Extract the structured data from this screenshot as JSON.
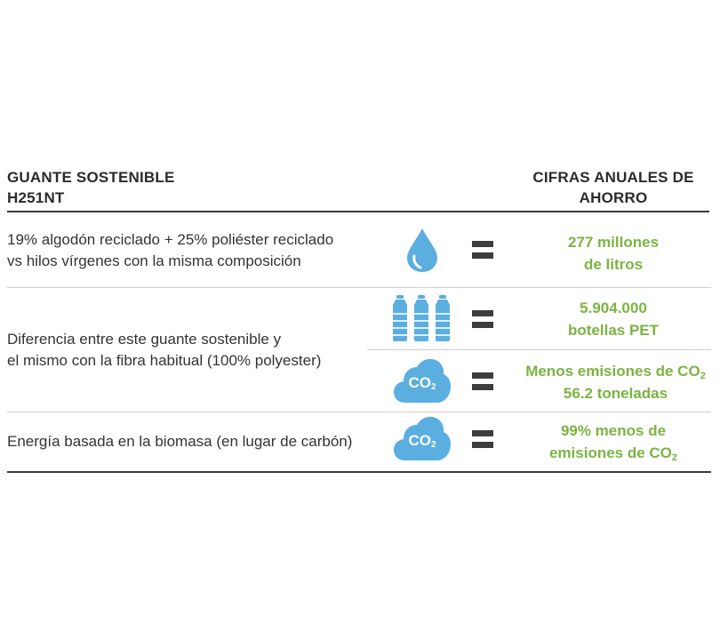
{
  "header": {
    "left_line1": "GUANTE SOSTENIBLE",
    "left_line2": "H251NT",
    "right_line1": "CIFRAS ANUALES DE",
    "right_line2": "AHORRO"
  },
  "rows": [
    {
      "desc_line1": "19% algodón reciclado + 25% poliéster reciclado",
      "desc_line2": "vs hilos vírgenes con la misma composición",
      "icon": "water-drop-icon",
      "value_line1": "277 millones",
      "value_line2": "de litros"
    },
    {
      "desc_line1": "Diferencia entre este guante sostenible y",
      "desc_line2": "el mismo con la fibra habitual (100% polyester)",
      "sub": [
        {
          "icon": "plastic-bottles-icon",
          "value_line1": "5.904.000",
          "value_line2": "botellas PET"
        },
        {
          "icon": "co2-cloud-icon",
          "cloud_text": "CO",
          "cloud_sub": "2",
          "value_line1": "Menos emisiones de CO",
          "value_line1_sub": "2",
          "value_line2": "56.2 toneladas"
        }
      ]
    },
    {
      "desc_line1": "Energía basada en la biomasa (en lugar de carbón)",
      "icon": "co2-cloud-icon",
      "cloud_text": "CO",
      "cloud_sub": "2",
      "value_line1": "99% menos de",
      "value_line2": "emisiones de CO",
      "value_line2_sub": "2"
    }
  ],
  "colors": {
    "accent_green": "#7cb342",
    "icon_blue": "#5aaee0",
    "text_dark": "#333333"
  }
}
